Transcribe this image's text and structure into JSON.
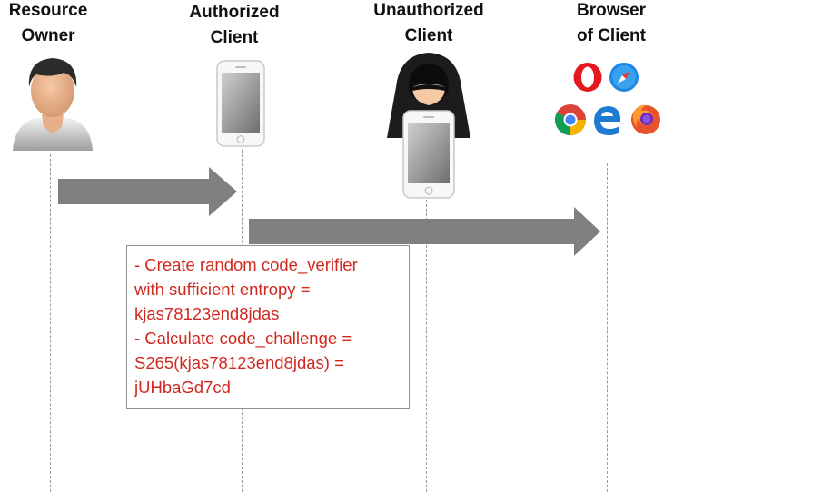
{
  "actors": [
    {
      "id": "resource-owner",
      "line1": "Resource",
      "line2": "Owner",
      "icon": "user-icon"
    },
    {
      "id": "authorized-client",
      "line1": "Authorized",
      "line2": "Client",
      "icon": "smartphone-icon"
    },
    {
      "id": "unauthorized-client",
      "line1": "Unauthorized",
      "line2": "Client",
      "icon": "hacker-with-phone-icon"
    },
    {
      "id": "browser-of-client",
      "line1": "Browser",
      "line2": "of Client",
      "icon": "browser-logos-icon"
    }
  ],
  "note": {
    "lines": [
      "- Create random code_verifier",
      "with sufficient entropy =",
      "kjas78123end8jdas",
      "- Calculate code_challenge =",
      "S265(kjas78123end8jdas) =",
      "jUHbaGd7cd"
    ]
  },
  "browsers": [
    "opera-icon",
    "safari-icon",
    "chrome-icon",
    "edge-icon",
    "firefox-icon"
  ],
  "colors": {
    "note_text": "#d0281f",
    "arrow": "#808080",
    "lifeline": "#9a9a9a"
  }
}
